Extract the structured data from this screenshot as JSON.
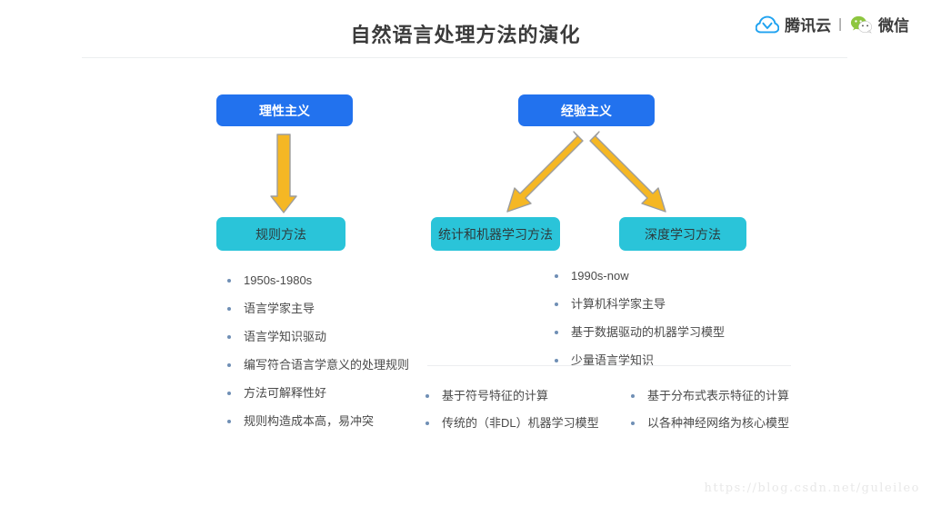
{
  "header": {
    "title": "自然语言处理方法的演化",
    "brand": {
      "cloud_icon": "tencent-cloud-icon",
      "cloud_label": "腾讯云",
      "separator": "|",
      "wechat_icon": "wechat-icon",
      "wechat_label": "微信"
    }
  },
  "colors": {
    "primary_box": "#2272ee",
    "secondary_box": "#2ac4d9",
    "arrow": "#f5b724",
    "arrow_border": "#9a9a9a",
    "title_text": "#3b3b3b",
    "bullet_dot": "#6f8fb5",
    "body_text": "#4a4a4a",
    "rule": "#eceef0",
    "watermark": "#e8e8e8"
  },
  "nodes": {
    "rationalism": "理性主义",
    "empiricism": "经验主义",
    "rule_method": "规则方法",
    "statistical_ml": "统计和机器学习方法",
    "deep_learning": "深度学习方法"
  },
  "lists": {
    "left": [
      "1950s-1980s",
      "语言学家主导",
      "语言学知识驱动",
      "编写符合语言学意义的处理规则",
      "方法可解释性好",
      "规则构造成本高，易冲突"
    ],
    "right": [
      "1990s-now",
      "计算机科学家主导",
      "基于数据驱动的机器学习模型",
      "少量语言学知识"
    ],
    "sub_left": [
      "基于符号特征的计算",
      "传统的（非DL）机器学习模型"
    ],
    "sub_right": [
      "基于分布式表示特征的计算",
      "以各种神经网络为核心模型"
    ]
  },
  "watermark": "https://blog.csdn.net/guleileo"
}
